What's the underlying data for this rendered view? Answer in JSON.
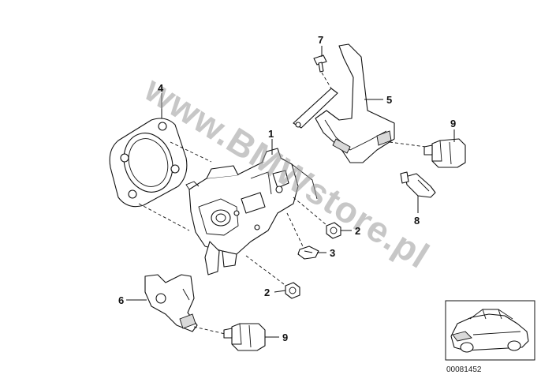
{
  "diagram": {
    "callouts": [
      "1",
      "2",
      "2",
      "3",
      "4",
      "5",
      "6",
      "7",
      "8",
      "9",
      "9"
    ],
    "watermark": "www.BMWstore.pl",
    "reference_number": "00081452"
  }
}
